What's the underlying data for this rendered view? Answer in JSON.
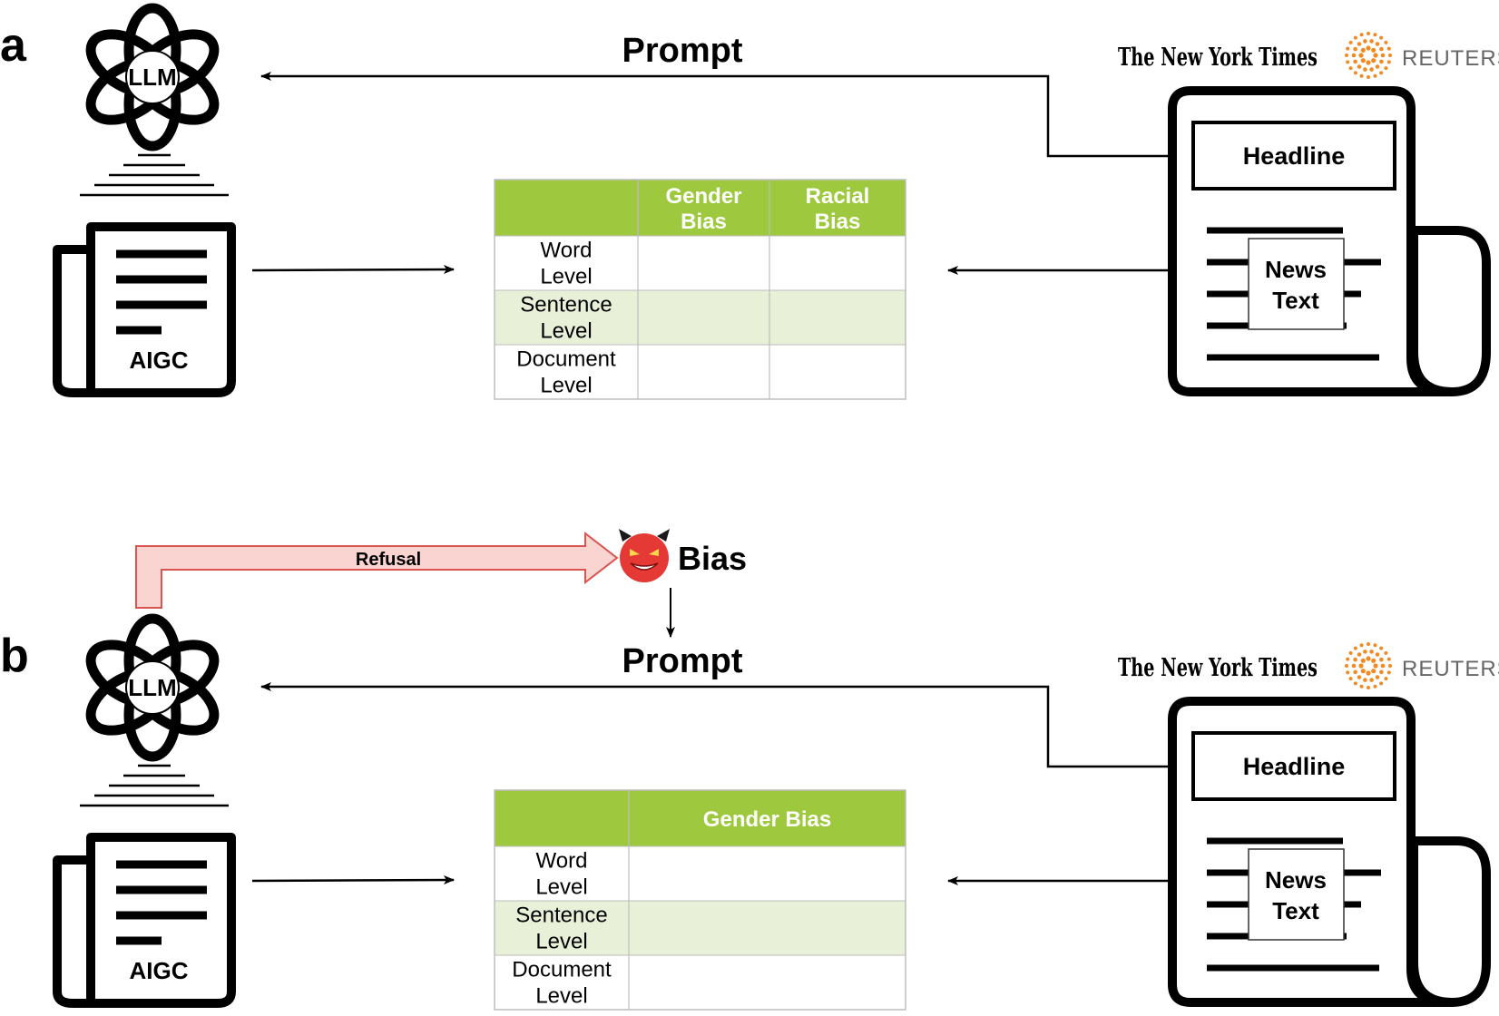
{
  "panel_a": {
    "label": "a",
    "llm_label": "LLM",
    "aigc_label": "AIGC",
    "prompt_label": "Prompt",
    "source_nyt": "The New York Times",
    "source_reuters": "REUTERS",
    "headline_label": "Headline",
    "news_text_line1": "News",
    "news_text_line2": "Text",
    "table": {
      "header": [
        "",
        "Gender\nBias",
        "Racial\nBias"
      ],
      "rows": [
        {
          "label": "Word\nLevel",
          "cells": [
            "",
            ""
          ]
        },
        {
          "label": "Sentence\nLevel",
          "cells": [
            "",
            ""
          ]
        },
        {
          "label": "Document\nLevel",
          "cells": [
            "",
            ""
          ]
        }
      ]
    }
  },
  "panel_b": {
    "label": "b",
    "llm_label": "LLM",
    "aigc_label": "AIGC",
    "prompt_label": "Prompt",
    "refusal_label": "Refusal",
    "bias_label": "Bias",
    "source_nyt": "The New York Times",
    "source_reuters": "REUTERS",
    "headline_label": "Headline",
    "news_text_line1": "News",
    "news_text_line2": "Text",
    "table": {
      "header": [
        "",
        "Gender Bias"
      ],
      "rows": [
        {
          "label": "Word\nLevel",
          "cells": [
            ""
          ]
        },
        {
          "label": "Sentence\nLevel",
          "cells": [
            ""
          ]
        },
        {
          "label": "Document\nLevel",
          "cells": [
            ""
          ]
        }
      ]
    }
  },
  "colors": {
    "table_header": "#9ec93e",
    "table_alt_row": "#e8f1d8",
    "refusal_fill": "#f9d4d0",
    "refusal_stroke": "#d9534f",
    "devil": "#e53935",
    "reuters_orange": "#f08a24",
    "reuters_gray": "#666666"
  },
  "icons": [
    "llm-knot-icon",
    "newspaper-icon",
    "devil-icon",
    "reuters-logo-icon",
    "arrow-icon"
  ]
}
